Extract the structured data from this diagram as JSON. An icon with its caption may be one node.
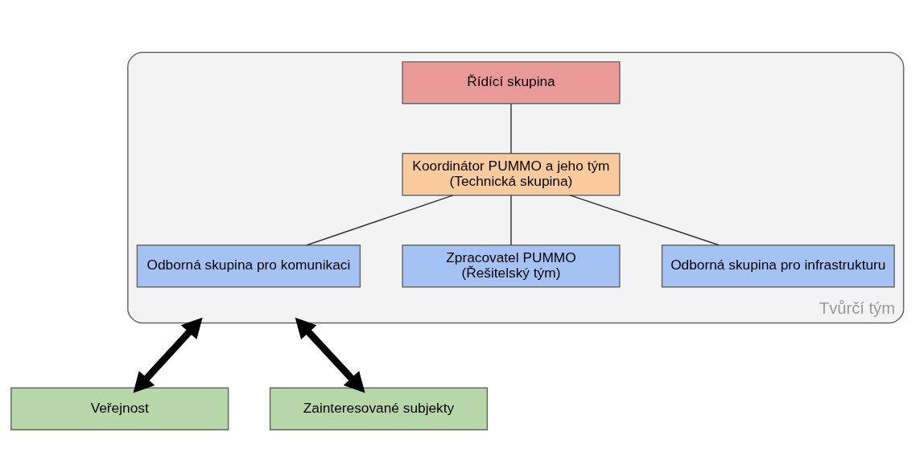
{
  "diagram": {
    "nodes": [
      {
        "text": [
          "Tvůrčí tým"
        ]
      },
      {
        "text": [
          "Řídící skupina"
        ],
        "in": 0
      },
      {
        "text": [
          "Koordinátor PUMMO a jeho tým (Technická skupina)"
        ],
        "in": 0
      },
      {
        "text": [
          "Odborná skupina pro komunikaci"
        ],
        "in": 0
      },
      {
        "text": [
          "Zpracovatel PUMMO (Řešitelský tým)"
        ],
        "in": 0
      },
      {
        "text": [
          "Odborná skupina pro infrastrukturu"
        ],
        "in": 0
      },
      {
        "text": [
          "Veřejnost"
        ]
      },
      {
        "text": [
          "Zainteresované subjekty"
        ]
      }
    ],
    "edges": [
      {
        "from": 1,
        "to": 2,
        "arrow": "none"
      },
      {
        "from": 2,
        "to": 3,
        "arrow": "none"
      },
      {
        "from": 2,
        "to": 4,
        "arrow": "none"
      },
      {
        "from": 2,
        "to": 5,
        "arrow": "none"
      },
      {
        "from": 0,
        "to": 6,
        "arrow": "both",
        "style": "thick"
      },
      {
        "from": 0,
        "to": 7,
        "arrow": "both",
        "style": "thick"
      }
    ]
  }
}
